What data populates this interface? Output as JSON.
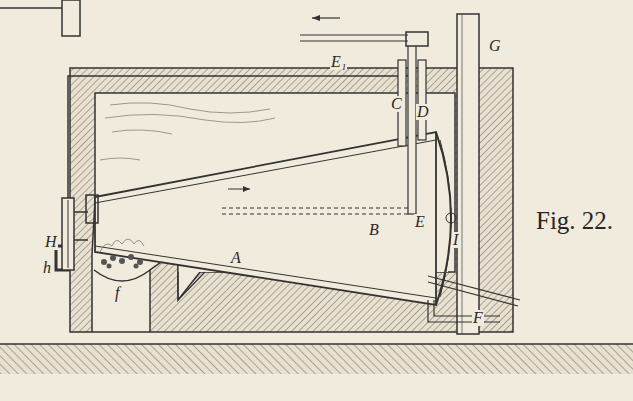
{
  "diagram": {
    "caption": "Fig. 22.",
    "labels": [
      "E₁",
      "C",
      "D",
      "G",
      "H",
      "h",
      "f",
      "A",
      "B",
      "E",
      "I",
      "F"
    ]
  }
}
